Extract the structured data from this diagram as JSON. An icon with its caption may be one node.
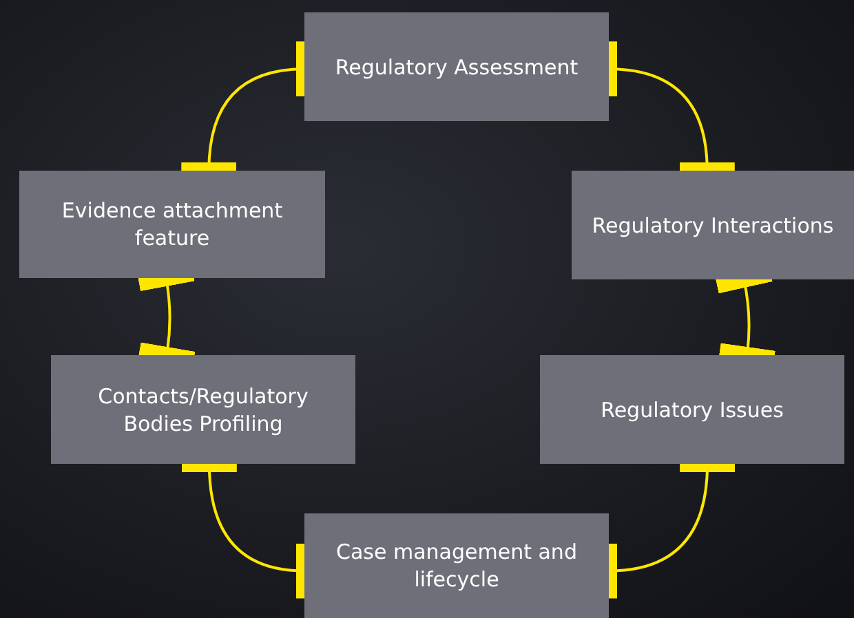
{
  "diagram": {
    "nodes": [
      {
        "text": [
          "Regulatory Assessment"
        ]
      },
      {
        "text": [
          "Evidence attachment feature"
        ]
      },
      {
        "text": [
          "Regulatory Interactions"
        ]
      },
      {
        "text": [
          "Contacts/Regulatory Bodies Profiling"
        ]
      },
      {
        "text": [
          "Regulatory Issues"
        ]
      },
      {
        "text": [
          "Case management and lifecycle"
        ]
      }
    ],
    "edges": [
      {
        "from": 0,
        "to": 1,
        "arrow": "other",
        "color": "#ffe600"
      },
      {
        "from": 0,
        "to": 2,
        "arrow": "other",
        "color": "#ffe600"
      },
      {
        "from": 2,
        "to": 4,
        "arrow": "other",
        "color": "#ffe600"
      },
      {
        "from": 4,
        "to": 5,
        "arrow": "other",
        "color": "#ffe600"
      },
      {
        "from": 5,
        "to": 3,
        "arrow": "other",
        "color": "#ffe600"
      },
      {
        "from": 3,
        "to": 1,
        "arrow": "other",
        "color": "#ffe600"
      }
    ]
  }
}
